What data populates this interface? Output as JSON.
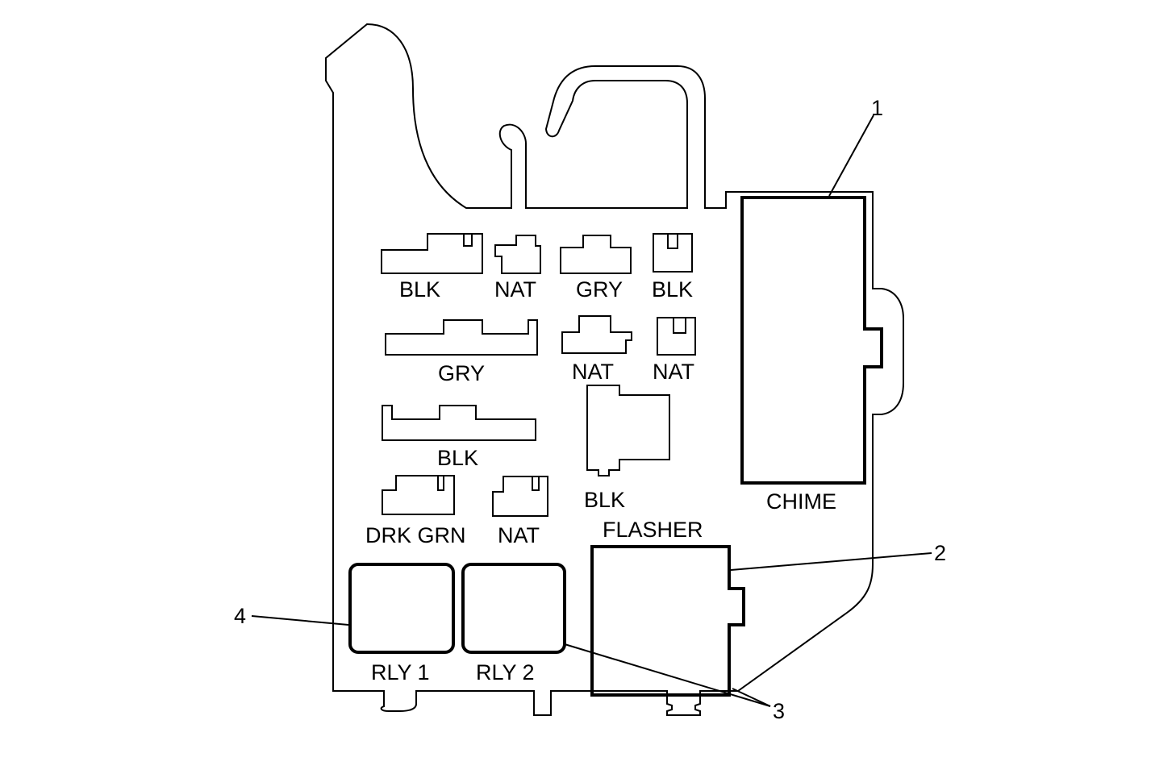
{
  "diagram": {
    "callouts": [
      "1",
      "2",
      "3",
      "4"
    ],
    "connectors": [
      {
        "id": "c1",
        "label": "BLK"
      },
      {
        "id": "c2",
        "label": "NAT"
      },
      {
        "id": "c3",
        "label": "GRY"
      },
      {
        "id": "c4",
        "label": "BLK"
      },
      {
        "id": "c5",
        "label": "GRY"
      },
      {
        "id": "c6",
        "label": "NAT"
      },
      {
        "id": "c7",
        "label": "NAT"
      },
      {
        "id": "c8",
        "label": "BLK"
      },
      {
        "id": "c9",
        "label": "BLK"
      },
      {
        "id": "c10",
        "label": "DRK GRN"
      },
      {
        "id": "c11",
        "label": "NAT"
      }
    ],
    "modules": {
      "chime": "CHIME",
      "flasher": "FLASHER",
      "relay1": "RLY 1",
      "relay2": "RLY 2"
    }
  }
}
